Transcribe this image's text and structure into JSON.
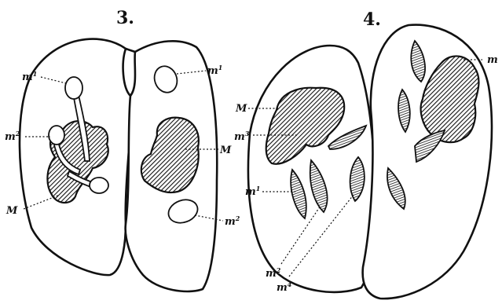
{
  "figure_numbers": {
    "left": "3.",
    "right": "4."
  },
  "labels": {
    "left": {
      "m1_top": {
        "base": "m",
        "sup": "1"
      },
      "m2_left": {
        "base": "m",
        "sup": "2"
      },
      "M_left": {
        "base": "M",
        "sup": ""
      },
      "m1_right": {
        "base": "m",
        "sup": "1"
      },
      "M_right": {
        "base": "M",
        "sup": ""
      },
      "m2_right": {
        "base": "m",
        "sup": "2"
      }
    },
    "right": {
      "M": {
        "base": "M",
        "sup": ""
      },
      "m3": {
        "base": "m",
        "sup": "3"
      },
      "m1": {
        "base": "m",
        "sup": "1"
      },
      "m2": {
        "base": "m",
        "sup": "2"
      },
      "m4": {
        "base": "m",
        "sup": "4"
      },
      "m_right": {
        "base": "m",
        "sup": ""
      }
    }
  },
  "colors": {
    "ink": "#111111",
    "paper": "#ffffff"
  }
}
